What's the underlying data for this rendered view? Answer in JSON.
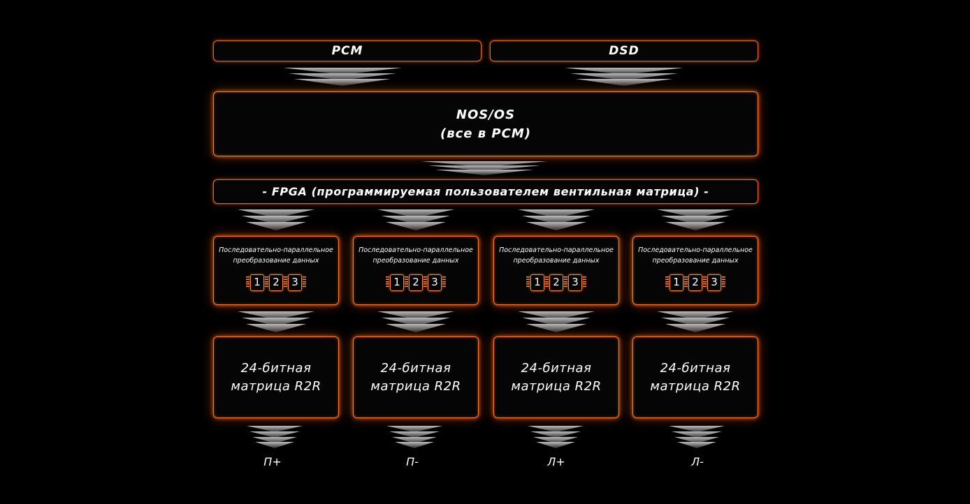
{
  "colors": {
    "background": "#000000",
    "accent_glow": "#ff7a1c",
    "text": "#ffffff",
    "arrow_light": "#b8b8b8",
    "arrow_dark": "#3a3a3a"
  },
  "inputs": {
    "pcm": "PCM",
    "dsd": "DSD"
  },
  "nos": {
    "line1": "NOS/OS",
    "line2": "(все в PCM)"
  },
  "fpga": {
    "label": "- FPGA (программируемая пользователем вентильная матрица) -"
  },
  "converters": [
    {
      "line1": "Последовательно-параллельное",
      "line2": "преобразование данных",
      "chips": [
        "1",
        "2",
        "3"
      ]
    },
    {
      "line1": "Последовательно-параллельное",
      "line2": "преобразование данных",
      "chips": [
        "1",
        "2",
        "3"
      ]
    },
    {
      "line1": "Последовательно-параллельное",
      "line2": "преобразование данных",
      "chips": [
        "1",
        "2",
        "3"
      ]
    },
    {
      "line1": "Последовательно-параллельное",
      "line2": "преобразование данных",
      "chips": [
        "1",
        "2",
        "3"
      ]
    }
  ],
  "ladders": [
    {
      "line1": "24-битная",
      "line2": "матрица R2R"
    },
    {
      "line1": "24-битная",
      "line2": "матрица R2R"
    },
    {
      "line1": "24-битная",
      "line2": "матрица R2R"
    },
    {
      "line1": "24-битная",
      "line2": "матрица R2R"
    }
  ],
  "outputs": [
    "П+",
    "П-",
    "Л+",
    "Л-"
  ]
}
